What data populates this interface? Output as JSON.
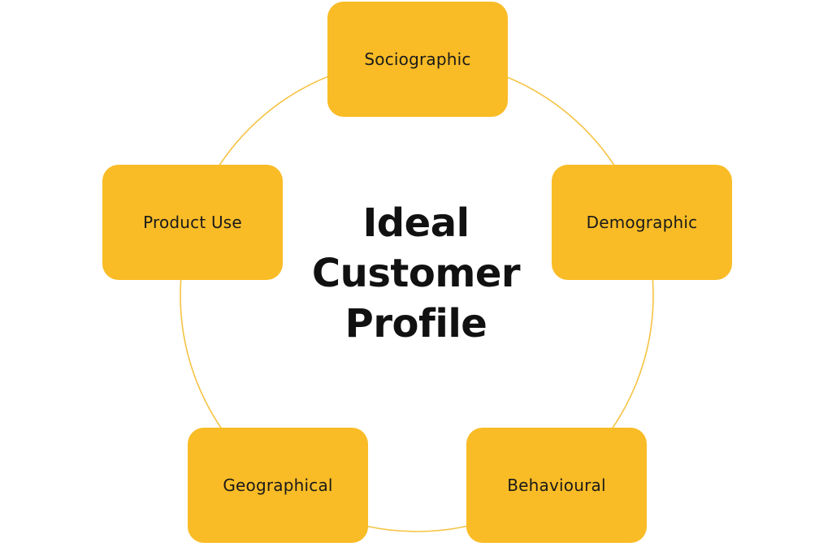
{
  "colors": {
    "node_fill": "#f9bc26",
    "ring_stroke": "#f5c342",
    "text": "#111111"
  },
  "center": {
    "lines": [
      "Ideal",
      "Customer",
      "Profile"
    ]
  },
  "nodes": [
    {
      "id": "sociographic",
      "label": "Sociographic"
    },
    {
      "id": "demographic",
      "label": "Demographic"
    },
    {
      "id": "behavioural",
      "label": "Behavioural"
    },
    {
      "id": "geographical",
      "label": "Geographical"
    },
    {
      "id": "product-use",
      "label": "Product Use"
    }
  ]
}
